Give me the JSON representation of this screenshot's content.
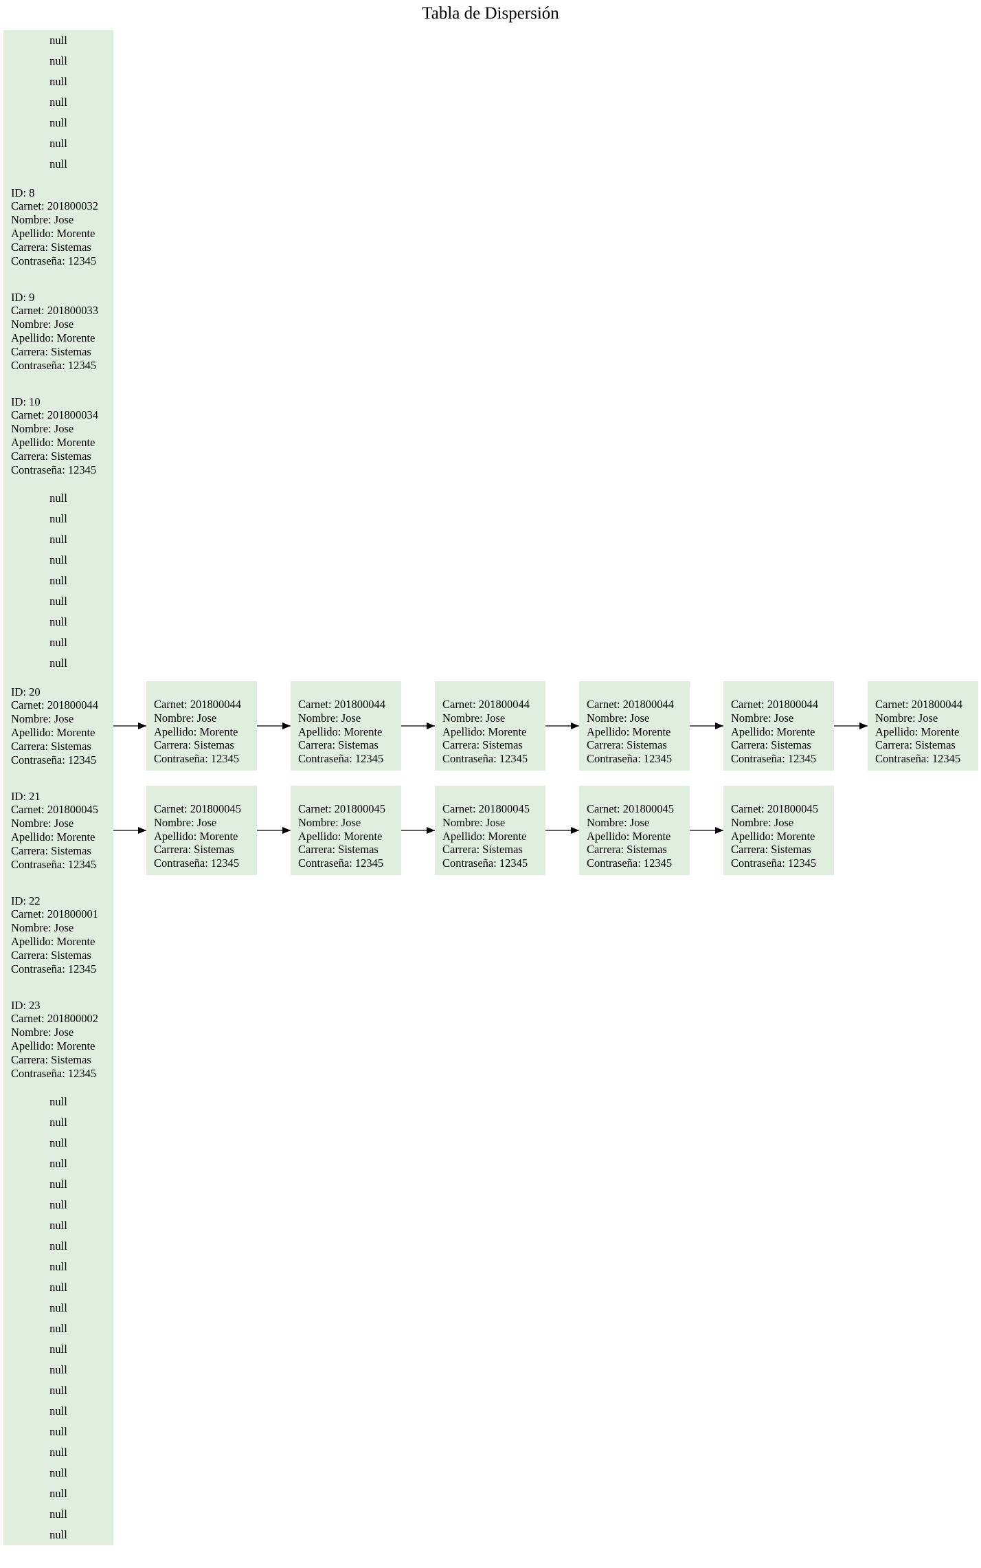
{
  "title": "Tabla de Dispersión",
  "colors": {
    "node_fill": "#e0eee0",
    "edge": "#000000"
  },
  "null_label": "null",
  "slots": [
    {
      "kind": "null"
    },
    {
      "kind": "null"
    },
    {
      "kind": "null"
    },
    {
      "kind": "null"
    },
    {
      "kind": "null"
    },
    {
      "kind": "null"
    },
    {
      "kind": "null"
    },
    {
      "kind": "filled",
      "lines": [
        "ID: 8",
        "Carnet: 201800032",
        "Nombre: Jose",
        "Apellido: Morente",
        "Carrera: Sistemas",
        "Contraseña: 12345"
      ]
    },
    {
      "kind": "filled",
      "lines": [
        "ID: 9",
        "Carnet: 201800033",
        "Nombre: Jose",
        "Apellido: Morente",
        "Carrera: Sistemas",
        "Contraseña: 12345"
      ]
    },
    {
      "kind": "filled",
      "lines": [
        "ID: 10",
        "Carnet: 201800034",
        "Nombre: Jose",
        "Apellido: Morente",
        "Carrera: Sistemas",
        "Contraseña: 12345"
      ]
    },
    {
      "kind": "null"
    },
    {
      "kind": "null"
    },
    {
      "kind": "null"
    },
    {
      "kind": "null"
    },
    {
      "kind": "null"
    },
    {
      "kind": "null"
    },
    {
      "kind": "null"
    },
    {
      "kind": "null"
    },
    {
      "kind": "null"
    },
    {
      "kind": "filled",
      "lines": [
        "ID: 20",
        "Carnet: 201800044",
        "Nombre: Jose",
        "Apellido: Morente",
        "Carrera: Sistemas",
        "Contraseña: 12345"
      ],
      "chain": [
        [
          "Carnet: 201800044",
          "Nombre: Jose",
          "Apellido: Morente",
          "Carrera: Sistemas",
          "Contraseña: 12345"
        ],
        [
          "Carnet: 201800044",
          "Nombre: Jose",
          "Apellido: Morente",
          "Carrera: Sistemas",
          "Contraseña: 12345"
        ],
        [
          "Carnet: 201800044",
          "Nombre: Jose",
          "Apellido: Morente",
          "Carrera: Sistemas",
          "Contraseña: 12345"
        ],
        [
          "Carnet: 201800044",
          "Nombre: Jose",
          "Apellido: Morente",
          "Carrera: Sistemas",
          "Contraseña: 12345"
        ],
        [
          "Carnet: 201800044",
          "Nombre: Jose",
          "Apellido: Morente",
          "Carrera: Sistemas",
          "Contraseña: 12345"
        ],
        [
          "Carnet: 201800044",
          "Nombre: Jose",
          "Apellido: Morente",
          "Carrera: Sistemas",
          "Contraseña: 12345"
        ]
      ]
    },
    {
      "kind": "filled",
      "lines": [
        "ID: 21",
        "Carnet: 201800045",
        "Nombre: Jose",
        "Apellido: Morente",
        "Carrera: Sistemas",
        "Contraseña: 12345"
      ],
      "chain": [
        [
          "Carnet: 201800045",
          "Nombre: Jose",
          "Apellido: Morente",
          "Carrera: Sistemas",
          "Contraseña: 12345"
        ],
        [
          "Carnet: 201800045",
          "Nombre: Jose",
          "Apellido: Morente",
          "Carrera: Sistemas",
          "Contraseña: 12345"
        ],
        [
          "Carnet: 201800045",
          "Nombre: Jose",
          "Apellido: Morente",
          "Carrera: Sistemas",
          "Contraseña: 12345"
        ],
        [
          "Carnet: 201800045",
          "Nombre: Jose",
          "Apellido: Morente",
          "Carrera: Sistemas",
          "Contraseña: 12345"
        ],
        [
          "Carnet: 201800045",
          "Nombre: Jose",
          "Apellido: Morente",
          "Carrera: Sistemas",
          "Contraseña: 12345"
        ]
      ]
    },
    {
      "kind": "filled",
      "lines": [
        "ID: 22",
        "Carnet: 201800001",
        "Nombre: Jose",
        "Apellido: Morente",
        "Carrera: Sistemas",
        "Contraseña: 12345"
      ]
    },
    {
      "kind": "filled",
      "lines": [
        "ID: 23",
        "Carnet: 201800002",
        "Nombre: Jose",
        "Apellido: Morente",
        "Carrera: Sistemas",
        "Contraseña: 12345"
      ]
    },
    {
      "kind": "null"
    },
    {
      "kind": "null"
    },
    {
      "kind": "null"
    },
    {
      "kind": "null"
    },
    {
      "kind": "null"
    },
    {
      "kind": "null"
    },
    {
      "kind": "null"
    },
    {
      "kind": "null"
    },
    {
      "kind": "null"
    },
    {
      "kind": "null"
    },
    {
      "kind": "null"
    },
    {
      "kind": "null"
    },
    {
      "kind": "null"
    },
    {
      "kind": "null"
    },
    {
      "kind": "null"
    },
    {
      "kind": "null"
    },
    {
      "kind": "null"
    },
    {
      "kind": "null"
    },
    {
      "kind": "null"
    },
    {
      "kind": "null"
    },
    {
      "kind": "null"
    },
    {
      "kind": "null"
    }
  ]
}
